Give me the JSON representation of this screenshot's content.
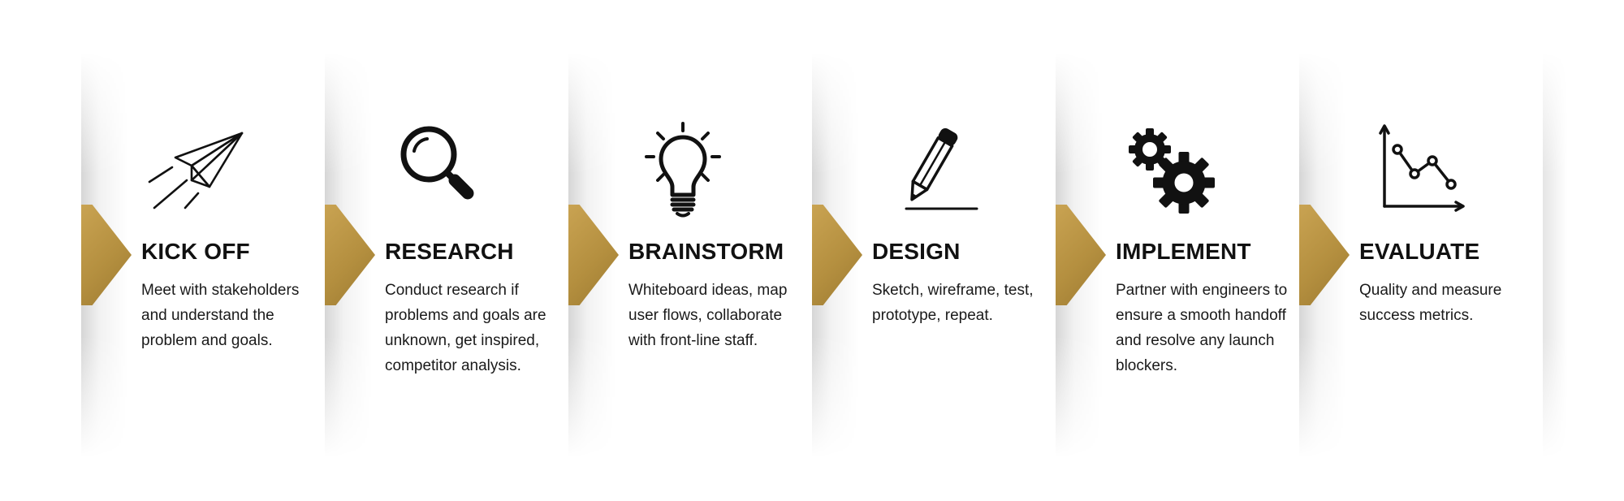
{
  "accent_color": "#b48f3f",
  "steps": [
    {
      "icon": "paper-plane-icon",
      "title": "KICK OFF",
      "description": "Meet with stakeholders and understand the problem and goals."
    },
    {
      "icon": "magnifying-glass-icon",
      "title": "RESEARCH",
      "description": "Conduct research if problems and goals are unknown, get inspired, competitor analysis."
    },
    {
      "icon": "lightbulb-icon",
      "title": "BRAINSTORM",
      "description": "Whiteboard ideas, map user flows, collaborate with front-line staff."
    },
    {
      "icon": "pencil-icon",
      "title": "DESIGN",
      "description": "Sketch, wireframe, test, prototype, repeat."
    },
    {
      "icon": "gears-icon",
      "title": "IMPLEMENT",
      "description": "Partner with engineers to ensure a smooth handoff and resolve any launch blockers."
    },
    {
      "icon": "line-chart-icon",
      "title": "EVALUATE",
      "description": "Quality and measure success metrics."
    }
  ]
}
